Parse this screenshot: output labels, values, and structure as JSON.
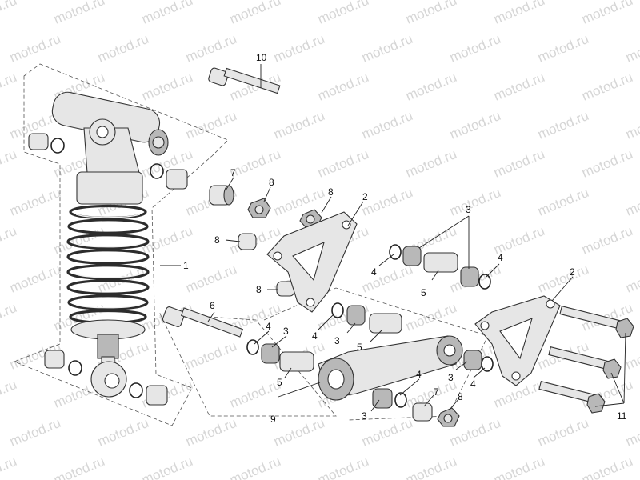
{
  "watermark": {
    "text": "motod.ru"
  },
  "callouts": {
    "c1": "1",
    "c2a": "2",
    "c2b": "2",
    "c3a": "3",
    "c3b": "3",
    "c3c": "3",
    "c3d": "3",
    "c3e": "3",
    "c4a": "4",
    "c4b": "4",
    "c4c": "4",
    "c4d": "4",
    "c4e": "4",
    "c4f": "4",
    "c5a": "5",
    "c5b": "5",
    "c5c": "5",
    "c6": "6",
    "c7a": "7",
    "c7b": "7",
    "c8a": "8",
    "c8b": "8",
    "c8c": "8",
    "c8d": "8",
    "c8e": "8",
    "c9": "9",
    "c10": "10",
    "c11": "11"
  },
  "colors": {
    "ink": "#222222",
    "metal": "#e6e6e6",
    "shade": "#b8b8b8",
    "watermark": "#c9c9c9"
  }
}
